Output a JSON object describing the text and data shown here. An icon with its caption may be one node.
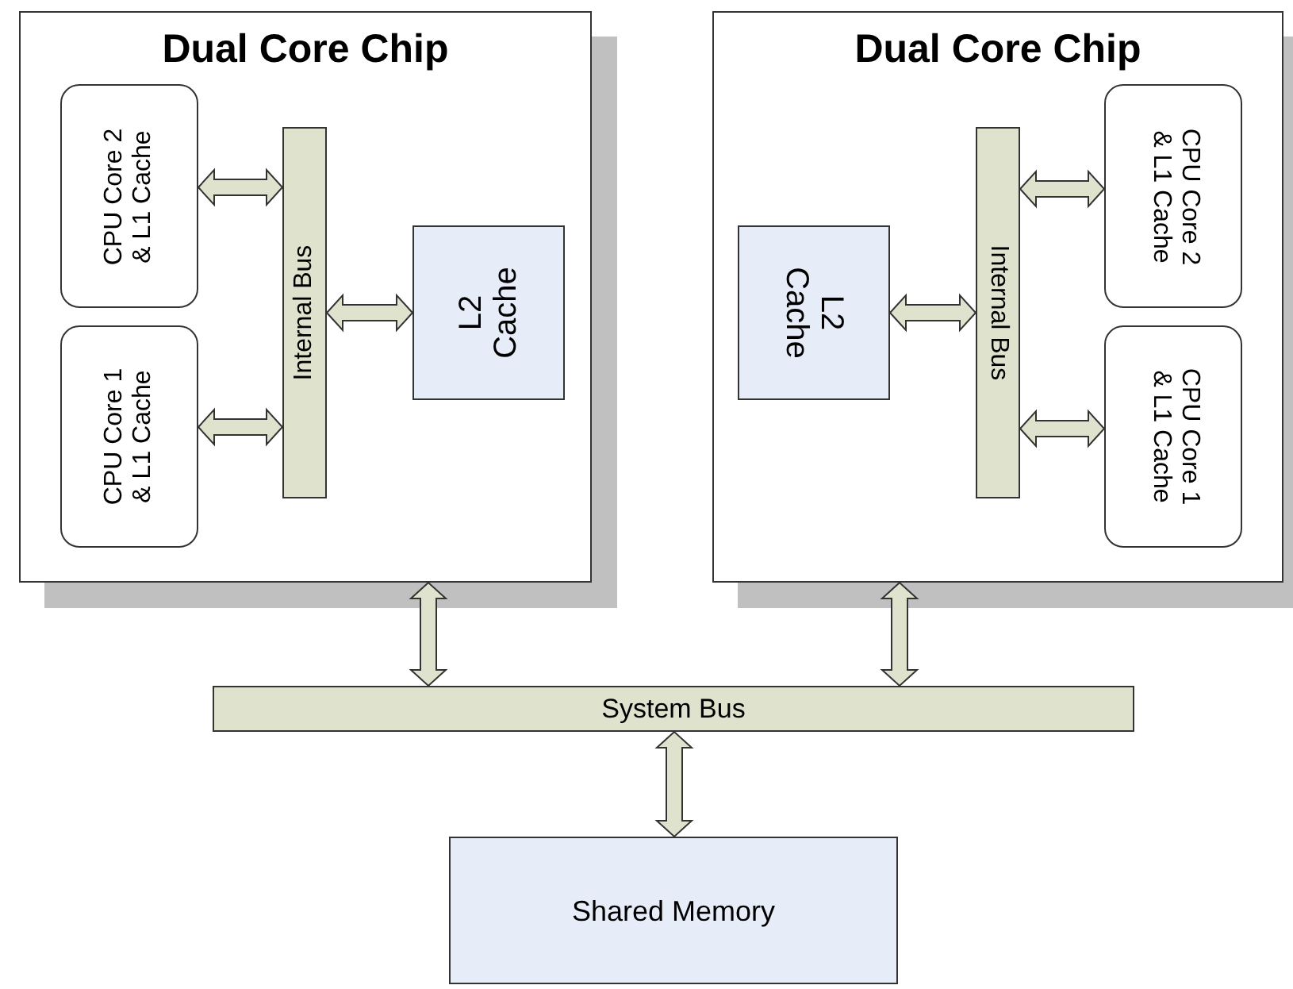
{
  "diagram": {
    "nodes": [
      {
        "text": [
          "Dual Core Chip"
        ]
      },
      {
        "text": [
          "CPU Core 2 & L1 Cache"
        ],
        "in": 0
      },
      {
        "text": [
          "CPU Core 1 & L1 Cache"
        ],
        "in": 0
      },
      {
        "text": [
          "Internal Bus"
        ],
        "in": 0
      },
      {
        "text": [
          "L2 Cache"
        ],
        "in": 0
      },
      {
        "text": [
          "Dual Core Chip"
        ]
      },
      {
        "text": [
          "L2 Cache"
        ],
        "in": 5
      },
      {
        "text": [
          "Internal Bus"
        ],
        "in": 5
      },
      {
        "text": [
          "CPU Core 2 & L1 Cache"
        ],
        "in": 5
      },
      {
        "text": [
          "CPU Core 1 & L1 Cache"
        ],
        "in": 5
      },
      {
        "text": [
          "System Bus"
        ]
      },
      {
        "text": [
          "Shared Memory"
        ]
      }
    ],
    "edges": [
      {
        "from": 1,
        "to": 3,
        "arrow": "both"
      },
      {
        "from": 2,
        "to": 3,
        "arrow": "both"
      },
      {
        "from": 3,
        "to": 4,
        "arrow": "both"
      },
      {
        "from": 6,
        "to": 7,
        "arrow": "both"
      },
      {
        "from": 7,
        "to": 8,
        "arrow": "both"
      },
      {
        "from": 7,
        "to": 9,
        "arrow": "both"
      },
      {
        "from": 0,
        "to": 10,
        "arrow": "both"
      },
      {
        "from": 5,
        "to": 10,
        "arrow": "both"
      },
      {
        "from": 10,
        "to": 11,
        "arrow": "both"
      }
    ]
  }
}
